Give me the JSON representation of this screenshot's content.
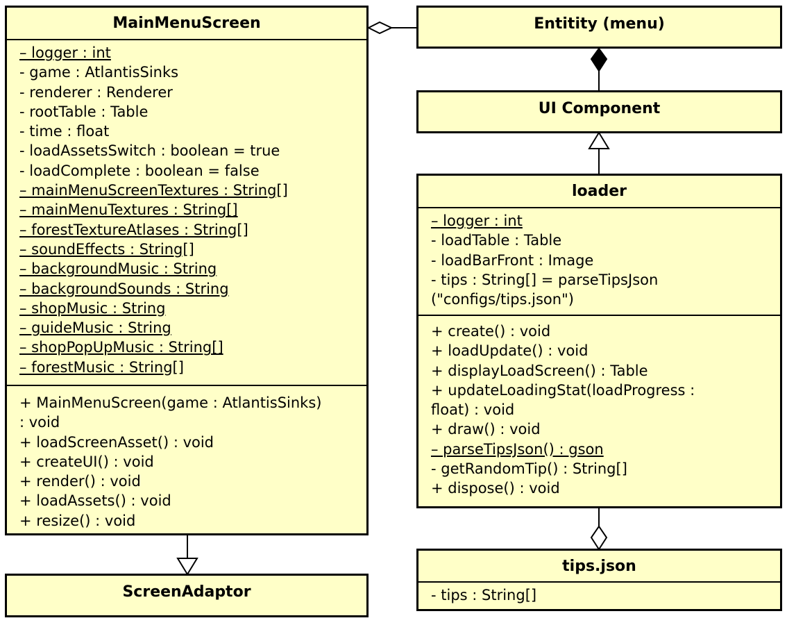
{
  "classes": {
    "main_menu_screen": {
      "name": "MainMenuScreen",
      "attributes": [
        {
          "text": "– logger : int",
          "static": true
        },
        {
          "text": "- game : AtlantisSinks",
          "static": false
        },
        {
          "text": "- renderer : Renderer",
          "static": false
        },
        {
          "text": "- rootTable : Table",
          "static": false
        },
        {
          "text": "- time : float",
          "static": false
        },
        {
          "text": "- loadAssetsSwitch : boolean = true",
          "static": false
        },
        {
          "text": "- loadComplete : boolean = false",
          "static": false
        },
        {
          "text": "– mainMenuScreenTextures : String[]",
          "static": true
        },
        {
          "text": "– mainMenuTextures : String[]",
          "static": true
        },
        {
          "text": "– forestTextureAtlases : String[]",
          "static": true
        },
        {
          "text": "– soundEffects : String[]",
          "static": true
        },
        {
          "text": "– backgroundMusic : String",
          "static": true
        },
        {
          "text": "– backgroundSounds : String",
          "static": true
        },
        {
          "text": "– shopMusic : String",
          "static": true
        },
        {
          "text": "– guideMusic : String",
          "static": true
        },
        {
          "text": "– shopPopUpMusic : String[]",
          "static": true
        },
        {
          "text": "– forestMusic : String[]",
          "static": true
        }
      ],
      "methods": [
        {
          "text": "+ MainMenuScreen(game : AtlantisSinks)",
          "static": false
        },
        {
          "text": ": void",
          "static": false
        },
        {
          "text": "+ loadScreenAsset() : void",
          "static": false
        },
        {
          "text": "+ createUI() : void",
          "static": false
        },
        {
          "text": "+ render() : void",
          "static": false
        },
        {
          "text": "+ loadAssets() : void",
          "static": false
        },
        {
          "text": "+ resize() : void",
          "static": false
        }
      ]
    },
    "screen_adaptor": {
      "name": "ScreenAdaptor"
    },
    "entity_menu": {
      "name": "Entitity (menu)"
    },
    "ui_component": {
      "name": "UI Component"
    },
    "loader": {
      "name": "loader",
      "attributes": [
        {
          "text": "– logger : int",
          "static": true
        },
        {
          "text": "- loadTable : Table",
          "static": false
        },
        {
          "text": "- loadBarFront : Image",
          "static": false
        },
        {
          "text": "- tips : String[] = parseTipsJson",
          "static": false
        },
        {
          "text": "(\"configs/tips.json\")",
          "static": false
        }
      ],
      "methods": [
        {
          "text": "+ create() : void",
          "static": false
        },
        {
          "text": "+ loadUpdate() : void",
          "static": false
        },
        {
          "text": "+ displayLoadScreen() : Table",
          "static": false
        },
        {
          "text": "+ updateLoadingStat(loadProgress :",
          "static": false
        },
        {
          "text": "float) : void",
          "static": false
        },
        {
          "text": "+ draw() : void",
          "static": false
        },
        {
          "text": "– parseTipsJson() : gson",
          "static": true
        },
        {
          "text": "- getRandomTip() : String[]",
          "static": false
        },
        {
          "text": "+ dispose() : void",
          "static": false
        }
      ]
    },
    "tips_json": {
      "name": "tips.json",
      "attributes": [
        {
          "text": "- tips : String[]",
          "static": false
        }
      ]
    }
  }
}
